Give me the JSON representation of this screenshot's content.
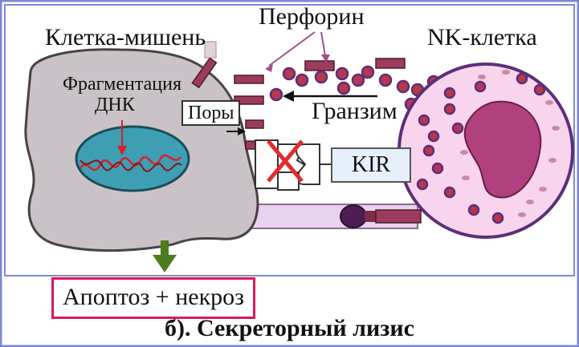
{
  "labels": {
    "target_cell": "Клетка-мишень",
    "perforin": "Перфорин",
    "nk_cell": "NK-клетка",
    "dna_fragmentation_line1": "Фрагментация",
    "dna_fragmentation_line2": "ДНК",
    "pores": "Поры",
    "granzyme": "Гранзим",
    "kir": "KIR",
    "outcome": "Апоптоз + некроз",
    "caption": "б). Секреторный лизис"
  },
  "colors": {
    "frame_border": "#7f87d6",
    "target_cell_fill": "#c9c2c6",
    "nucleus_fill": "#3e9fb4",
    "nk_cell_fill": "#f8d5ec",
    "nk_nucleus_fill": "#b0407e",
    "perforin_fill": "#9c3b5e",
    "granule_fill": "#b5384f",
    "granule_ring": "#5b2f7a",
    "outcome_border": "#d61a5a",
    "apoptosis_arrow": "#4d7b1e",
    "cross": "#e32b2b"
  }
}
